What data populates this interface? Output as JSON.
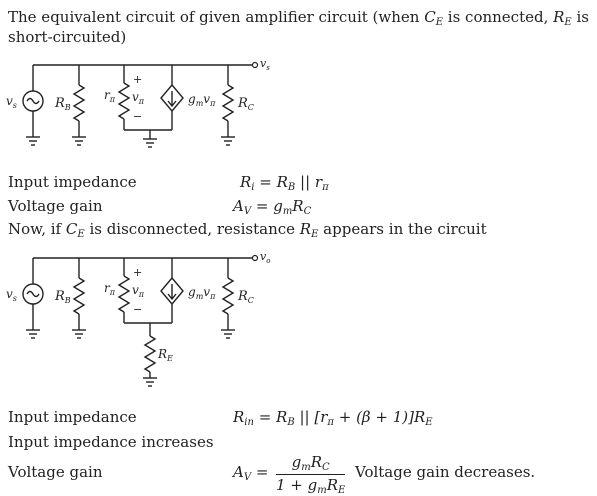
{
  "intro": {
    "line1_a": "The equivalent circuit of given amplifier circuit (when ",
    "ce": "C",
    "ce_sub": "E",
    "line1_b": " is connected, ",
    "re": "R",
    "re_sub": "E",
    "line1_c": " is",
    "line2": "short-circuited)"
  },
  "circuit1": {
    "vs": "v",
    "vs_sub": "s",
    "rb": "R",
    "rb_sub": "B",
    "rpi": "r",
    "rpi_sub": "π",
    "plus": "+",
    "minus": "−",
    "vpi": "v",
    "vpi_sub": "π",
    "gm": "g",
    "gm_sub": "m",
    "gm_v": "v",
    "gm_v_sub": "π",
    "rc": "R",
    "rc_sub": "C",
    "vout": "v",
    "vout_sub": "s"
  },
  "results1": {
    "input_label": "Input impedance",
    "input_lhs": "R",
    "input_lhs_sub": "i",
    "input_rhs": "= R",
    "input_rhs_sub": "B",
    "input_rhs_tail": " || r",
    "input_rhs_tail_sub": "π",
    "gain_label": "Voltage gain",
    "gain_lhs": "A",
    "gain_lhs_sub": "V",
    "gain_rhs": "= g",
    "gain_rhs_sub": "m",
    "gain_rhs_tail": "R",
    "gain_rhs_tail_sub": "C"
  },
  "middle": {
    "text_a": "Now, if ",
    "ce": "C",
    "ce_sub": "E",
    "text_b": " is disconnected, resistance ",
    "re": "R",
    "re_sub": "E",
    "text_c": " appears in the circuit"
  },
  "circuit2": {
    "vs": "v",
    "vs_sub": "s",
    "rb": "R",
    "rb_sub": "B",
    "rpi": "r",
    "rpi_sub": "π",
    "plus": "+",
    "minus": "−",
    "vpi": "v",
    "vpi_sub": "π",
    "gm": "g",
    "gm_sub": "m",
    "gm_v": "v",
    "gm_v_sub": "π",
    "rc": "R",
    "rc_sub": "C",
    "re": "R",
    "re_sub": "E",
    "vout": "v",
    "vout_sub": "o"
  },
  "results2": {
    "input_label": "Input impedance",
    "input_lhs": "R",
    "input_lhs_sub": "in",
    "input_rhs": "= R",
    "input_rhs_sub": "B",
    "input_rhs_tail": " || [r",
    "input_rhs_tail_sub": "π",
    "input_rhs_end": " + (β + 1)]R",
    "input_rhs_end_sub": "E",
    "increase_note": "Input impedance increases",
    "gain_label": "Voltage gain",
    "gain_lhs": "A",
    "gain_lhs_sub": "V",
    "gain_eq": "=",
    "num": "g",
    "num_sub": "m",
    "num_tail": "R",
    "num_tail_sub": "C",
    "den_a": "1 + g",
    "den_sub": "m",
    "den_tail": "R",
    "den_tail_sub": "E",
    "decrease_note": "Voltage gain decreases."
  }
}
